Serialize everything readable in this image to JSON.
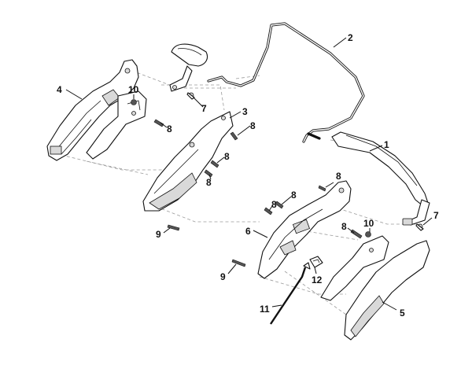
{
  "callouts": {
    "c1": "1",
    "c2": "2",
    "c3": "3",
    "c4": "4",
    "c5": "5",
    "c6": "6",
    "c7a": "7",
    "c7b": "7",
    "c8a": "8",
    "c8b": "8",
    "c8c": "8",
    "c8d": "8",
    "c8e": "8",
    "c8f": "8",
    "c8g": "8",
    "c8h": "8",
    "c9a": "9",
    "c9b": "9",
    "c10a": "10",
    "c10b": "10",
    "c11": "11",
    "c12": "12"
  }
}
